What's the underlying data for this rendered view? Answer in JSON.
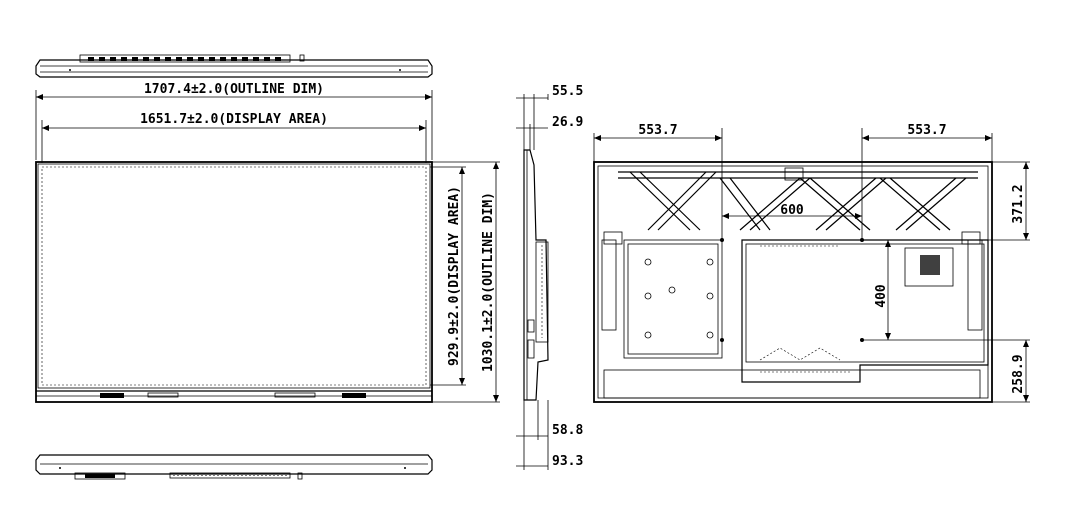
{
  "dimensions": {
    "outline_width": "1707.4±2.0(OUTLINE DIM)",
    "display_width": "1651.7±2.0(DISPLAY AREA)",
    "display_height": "929.9±2.0(DISPLAY AREA)",
    "outline_height": "1030.1±2.0(OUTLINE DIM)",
    "side_top_depth": "55.5",
    "side_panel_depth": "26.9",
    "side_bottom_depth": "58.8",
    "side_total_depth": "93.3",
    "rear_left_offset": "553.7",
    "rear_right_offset": "553.7",
    "vesa_horizontal": "600",
    "vesa_vertical": "400",
    "rear_top_to_mount": "371.2",
    "rear_bottom_to_mount": "258.9"
  }
}
